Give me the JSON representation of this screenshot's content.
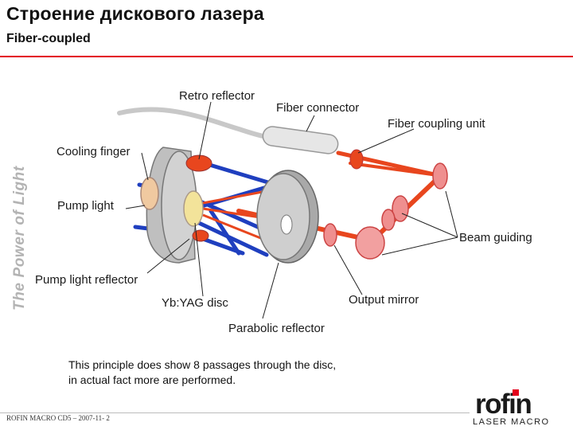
{
  "header": {
    "title": "Строение дискового лазера",
    "subtitle": "Fiber-coupled",
    "vertical_brand": "The Power of Light"
  },
  "labels": {
    "retro_reflector": "Retro reflector",
    "fiber_connector": "Fiber connector",
    "fiber_coupling_unit": "Fiber coupling unit",
    "cooling_finger": "Cooling finger",
    "pump_light": "Pump light",
    "beam_guiding": "Beam guiding",
    "pump_light_reflector": "Pump light reflector",
    "yb_yag_disc": "Yb:YAG disc",
    "output_mirror": "Output mirror",
    "parabolic_reflector": "Parabolic reflector"
  },
  "note": {
    "line1": "This principle does show 8 passages through the disc,",
    "line2": "in actual fact more are performed."
  },
  "footer": {
    "text": "ROFIN MACRO CD5 – 2007-11- 2"
  },
  "logo": {
    "name": "rofin",
    "sub": "LASER MACRO"
  },
  "colors": {
    "accent": "#e3001b",
    "laser_beam": "#e8461e",
    "pump_beam": "#1f3fbf",
    "disc_gray": "#b8b8b8"
  }
}
